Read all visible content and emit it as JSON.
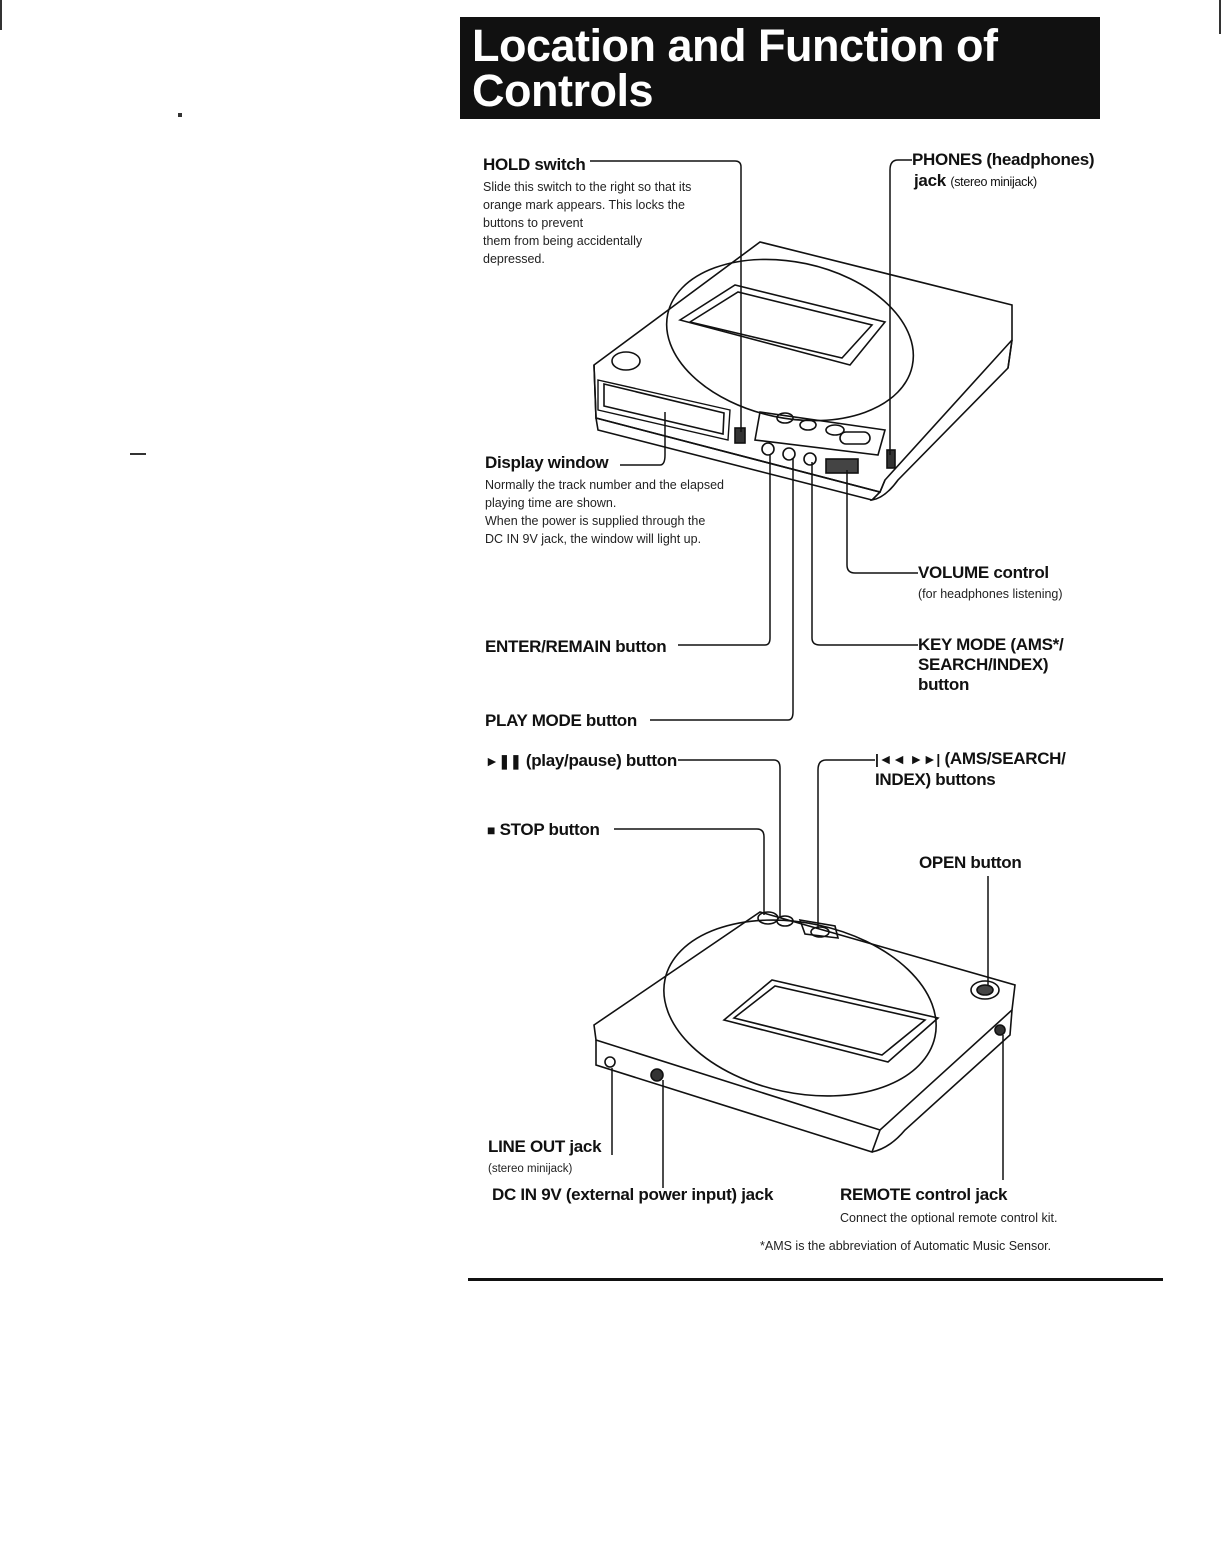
{
  "title": {
    "line1": "Location and Function of",
    "line2": "Controls"
  },
  "labels": {
    "hold": {
      "name": "HOLD switch",
      "desc": [
        "Slide this switch to the right so that its",
        "orange mark appears. This locks the",
        "buttons to prevent",
        "them from being accidentally",
        "depressed."
      ]
    },
    "phones": {
      "name": "PHONES (headphones)",
      "name2": "jack",
      "note": "(stereo minijack)"
    },
    "display": {
      "name": "Display window",
      "desc": [
        "Normally the track number and the elapsed",
        "playing time are shown.",
        "When the power is supplied through the",
        "DC IN 9V jack, the window will light up."
      ]
    },
    "volume": {
      "name": "VOLUME control",
      "note": "(for headphones listening)"
    },
    "enter": {
      "name": "ENTER/REMAIN button"
    },
    "keymode": {
      "lines": [
        "KEY MODE (AMS*/",
        "SEARCH/INDEX)",
        "button"
      ]
    },
    "playmode": {
      "name": "PLAY MODE button"
    },
    "playpause": {
      "symbol": "►❚❚",
      "name": "(play/pause) button"
    },
    "ams": {
      "symbol": "|◄◄ ►►|",
      "line1": "(AMS/SEARCH/",
      "line2": "INDEX) buttons"
    },
    "stop": {
      "symbol": "■",
      "name": "STOP button"
    },
    "open": {
      "name": "OPEN button"
    },
    "lineout": {
      "name": "LINE OUT jack",
      "note": "(stereo minijack)"
    },
    "dcin": {
      "name": "DC IN 9V (external power input) jack"
    },
    "remote": {
      "name": "REMOTE control jack",
      "desc": "Connect the optional remote control kit."
    }
  },
  "footnote": "*AMS is the abbreviation of Automatic Music Sensor."
}
